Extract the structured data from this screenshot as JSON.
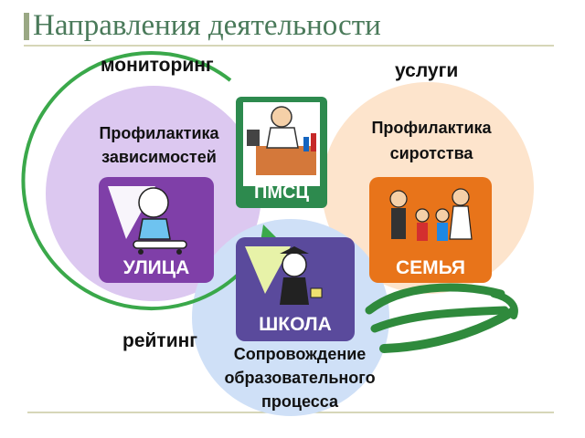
{
  "slide": {
    "title": "Направления деятельности",
    "labels": {
      "monitoring": "мониторинг",
      "services": "услуги",
      "rating": "рейтинг",
      "prevention_addiction_1": "Профилактика",
      "prevention_addiction_2": "зависимостей",
      "prevention_orphan_1": "Профилактика",
      "prevention_orphan_2": "сиротства",
      "support_1": "Сопровождение",
      "support_2": "образовательного",
      "support_3": "процесса"
    },
    "tiles": {
      "street": "УЛИЦА",
      "family": "СЕМЬЯ",
      "school": "ШКОЛА",
      "pmsc": "ПМСЦ"
    },
    "colors": {
      "title": "#4a7a5a",
      "circle_purple": "#dcc8f0",
      "circle_orange": "#fde4cc",
      "circle_blue": "#cfe0f7",
      "ring_green": "#3aa84a",
      "tile_purple": "#7f3fa8",
      "tile_orange": "#e8741a",
      "tile_school": "#5a4a9c",
      "tile_pmsc": "#2d8a4e",
      "hand_green": "#2f8a3c",
      "rule_olive": "#c8c8a0"
    }
  }
}
